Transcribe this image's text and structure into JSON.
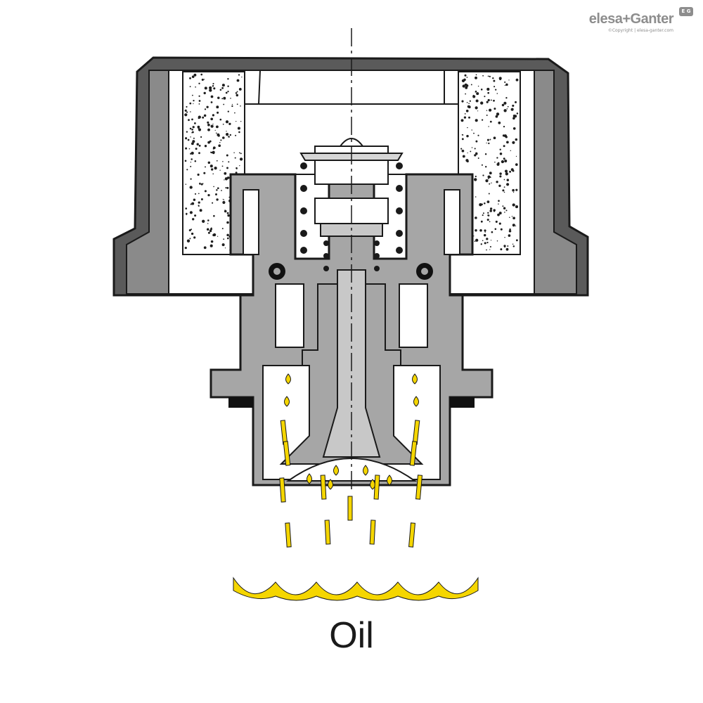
{
  "brand": {
    "name": "elesa+Ganter",
    "copyright": "©Copyright | elesa-ganter.com",
    "badge": "E G"
  },
  "label": {
    "medium": "Oil"
  },
  "colors": {
    "housing_dark": "#5a5a5a",
    "body_gray": "#a6a6a6",
    "filter_speckle": "#1e1e1e",
    "outline": "#1a1a1a",
    "oil_yellow": "#f5d600",
    "background": "#ffffff"
  }
}
